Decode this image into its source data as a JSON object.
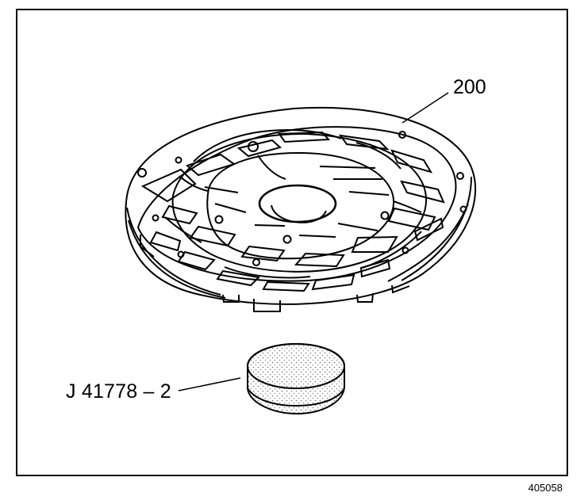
{
  "figure": {
    "callouts": {
      "part_number": "200",
      "tool_number": "J 41778 – 2"
    },
    "figure_id": "405058"
  }
}
